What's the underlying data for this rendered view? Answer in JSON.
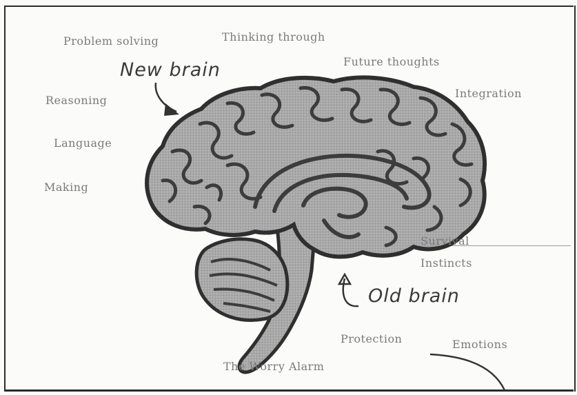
{
  "labels": {
    "problem_solving": "Problem solving",
    "thinking_through": "Thinking through",
    "future_thoughts": "Future thoughts",
    "reasoning": "Reasoning",
    "integration": "Integration",
    "language": "Language",
    "making": "Making",
    "making_2": "",
    "survival": "Survival",
    "instincts": "Instincts",
    "protection": "Protection",
    "emotions": "Emotions",
    "the_worry": "The Worry Alarm"
  },
  "handwritten": {
    "new_brain": "New brain",
    "old_brain": "Old brain"
  },
  "colors": {
    "brain_fill": "#a7a7a7",
    "brain_outline": "#2f2f2f",
    "fold_lines": "#3c3c3c",
    "ink": "#333333"
  }
}
